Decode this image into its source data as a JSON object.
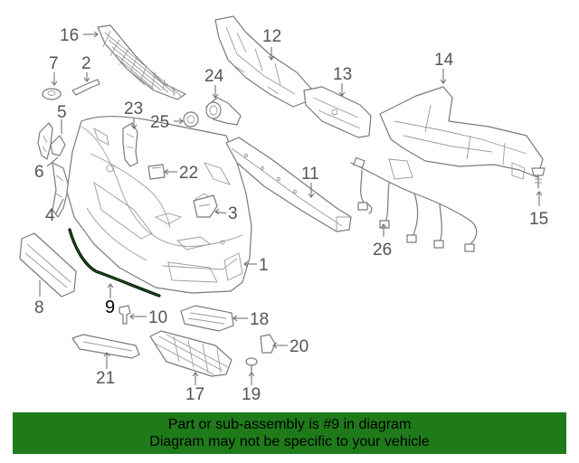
{
  "callouts": {
    "c1": "1",
    "c2": "2",
    "c3": "3",
    "c4": "4",
    "c5": "5",
    "c6": "6",
    "c7": "7",
    "c8": "8",
    "c9": "9",
    "c10": "10",
    "c11": "11",
    "c12": "12",
    "c13": "13",
    "c14": "14",
    "c15": "15",
    "c16": "16",
    "c17": "17",
    "c18": "18",
    "c19": "19",
    "c20": "20",
    "c21": "21",
    "c22": "22",
    "c23": "23",
    "c24": "24",
    "c25": "25",
    "c26": "26"
  },
  "highlight_part": "9",
  "colors": {
    "banner": "#1f7a1a",
    "highlight": "#000000",
    "linework": "#7a7a7a"
  },
  "footer": {
    "line1": "Part or sub-assembly is #9 in diagram",
    "line2": "Diagram may not be specific to your vehicle"
  }
}
